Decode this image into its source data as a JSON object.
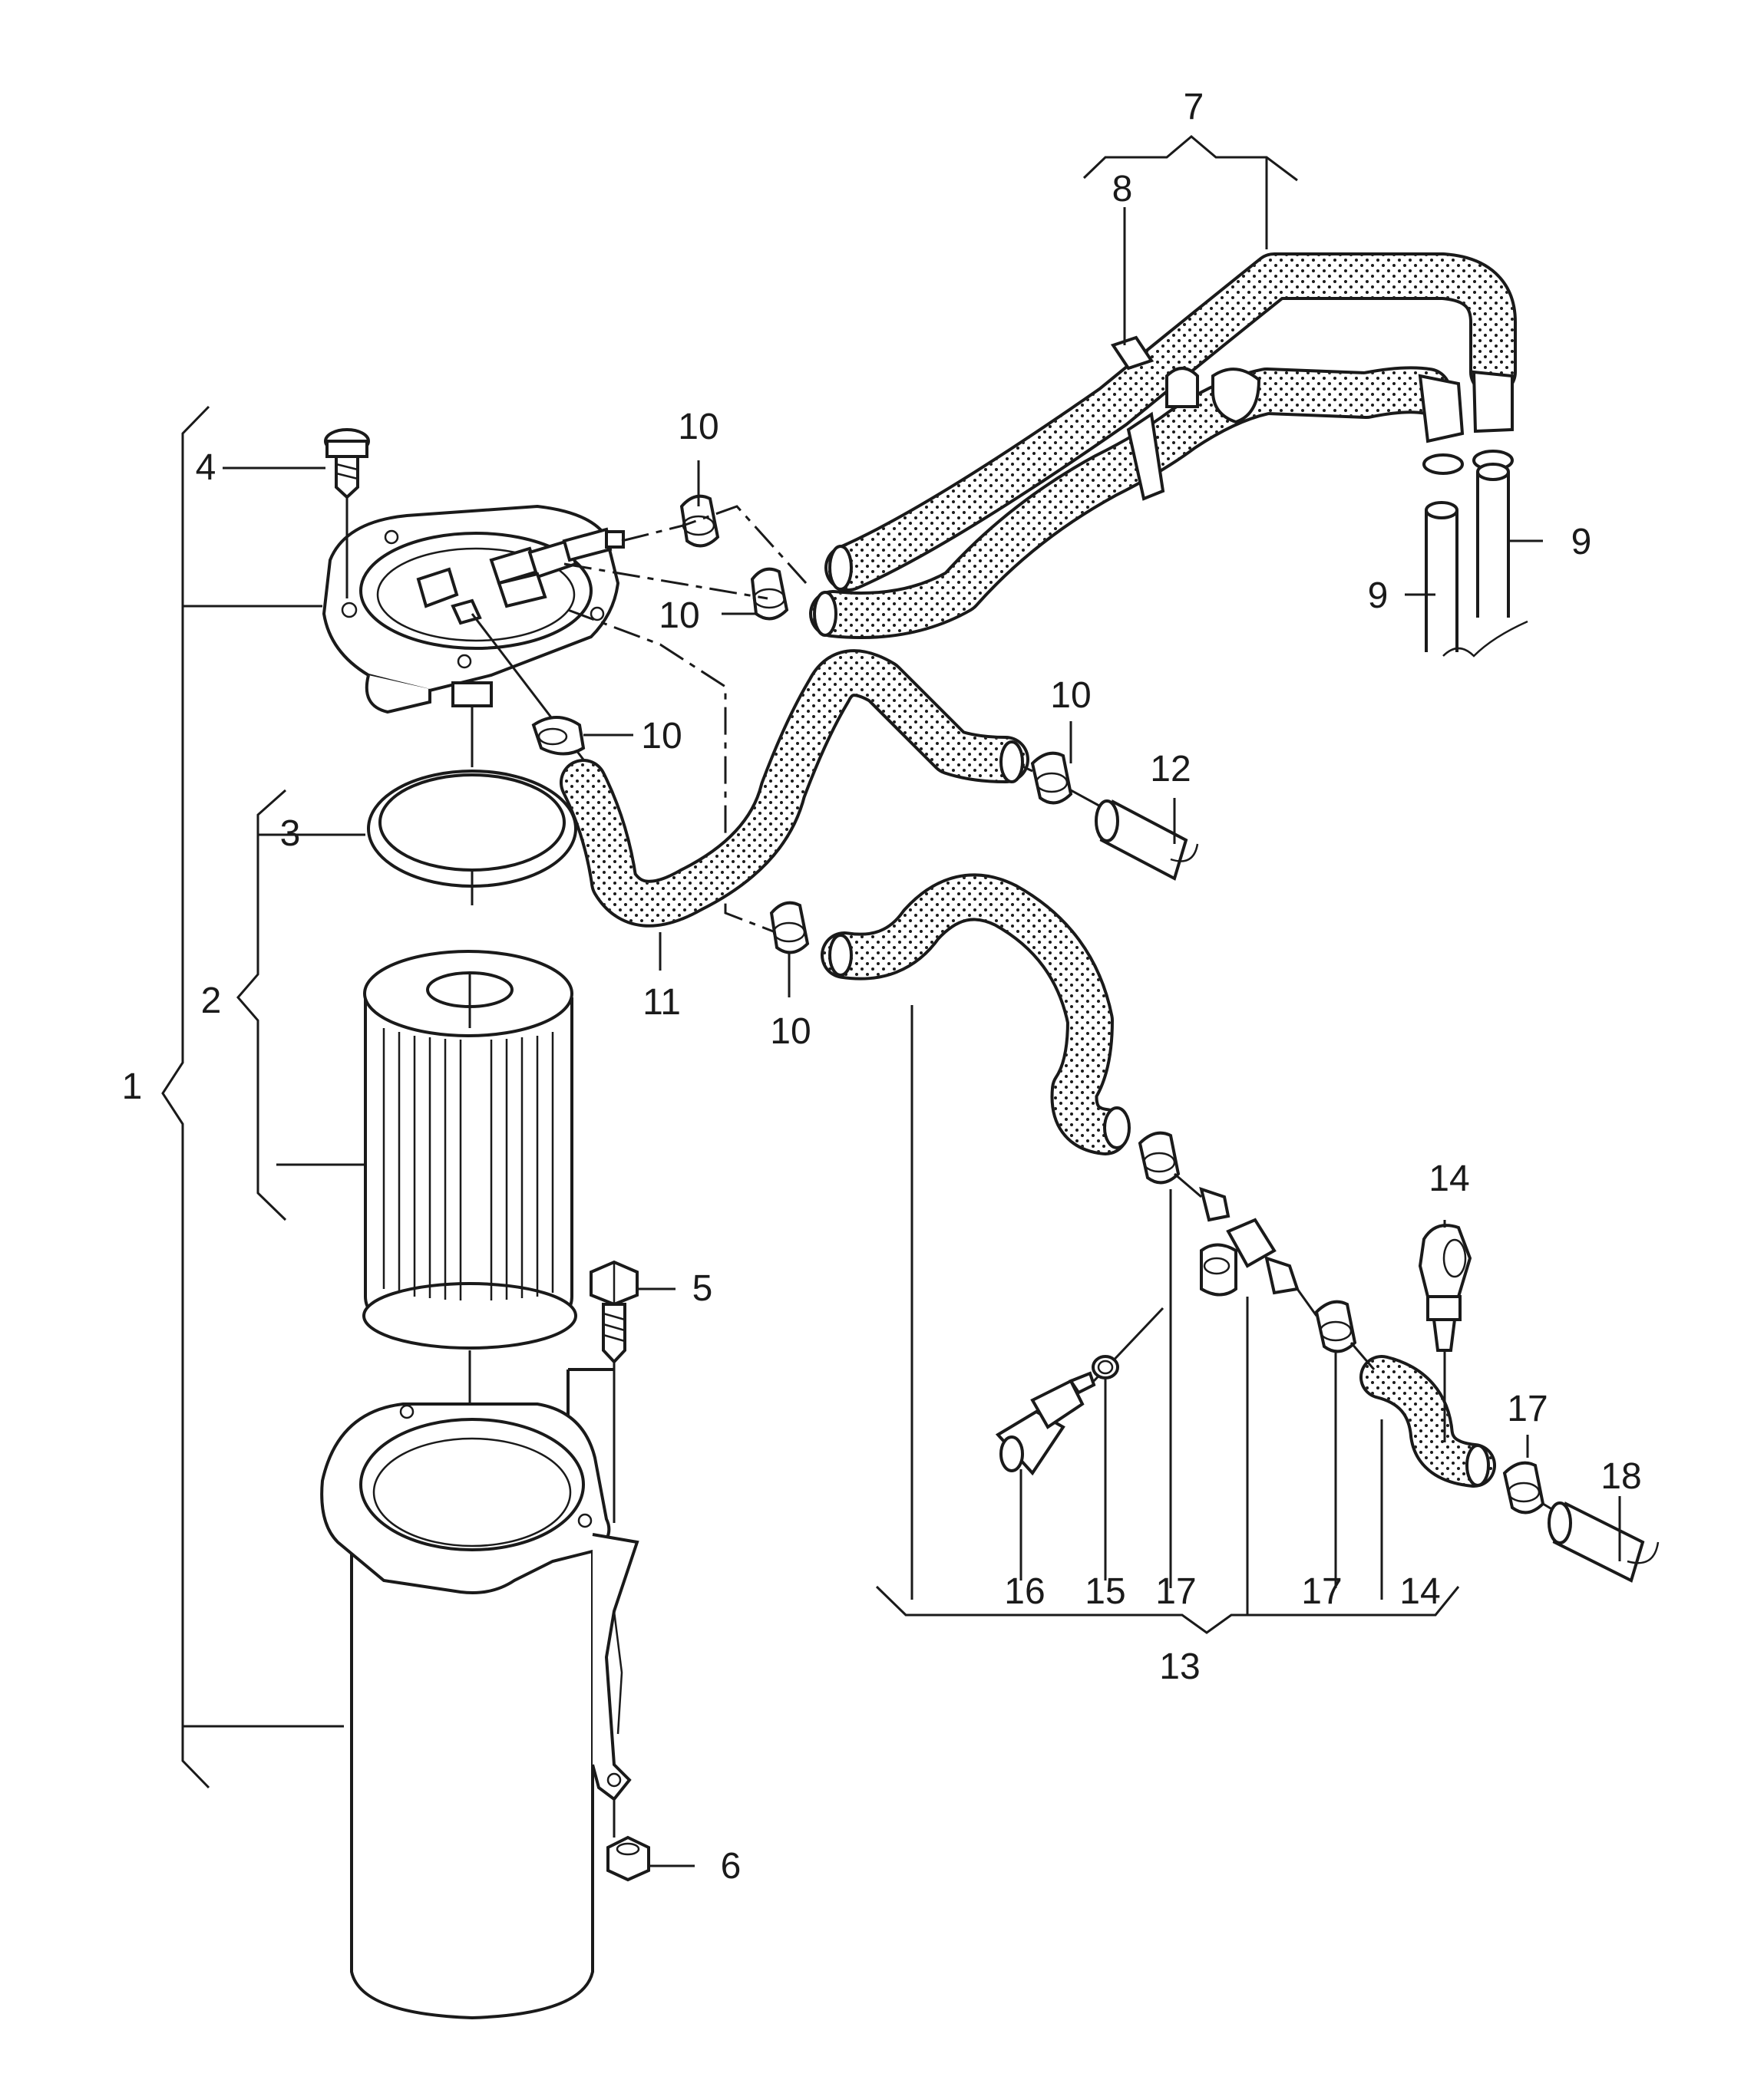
{
  "colors": {
    "ink": "#1a1a1a",
    "paper": "#ffffff"
  },
  "labels": {
    "l1": "1",
    "l2": "2",
    "l3": "3",
    "l4": "4",
    "l5": "5",
    "l6": "6",
    "l7": "7",
    "l8": "8",
    "l9a": "9",
    "l9b": "9",
    "l10a": "10",
    "l10b": "10",
    "l10c": "10",
    "l10d": "10",
    "l10e": "10",
    "l11": "11",
    "l12": "12",
    "l13": "13",
    "l14a": "14",
    "l14b": "14",
    "l15": "15",
    "l16": "16",
    "l17a": "17",
    "l17b": "17",
    "l17c": "17",
    "l18": "18"
  }
}
